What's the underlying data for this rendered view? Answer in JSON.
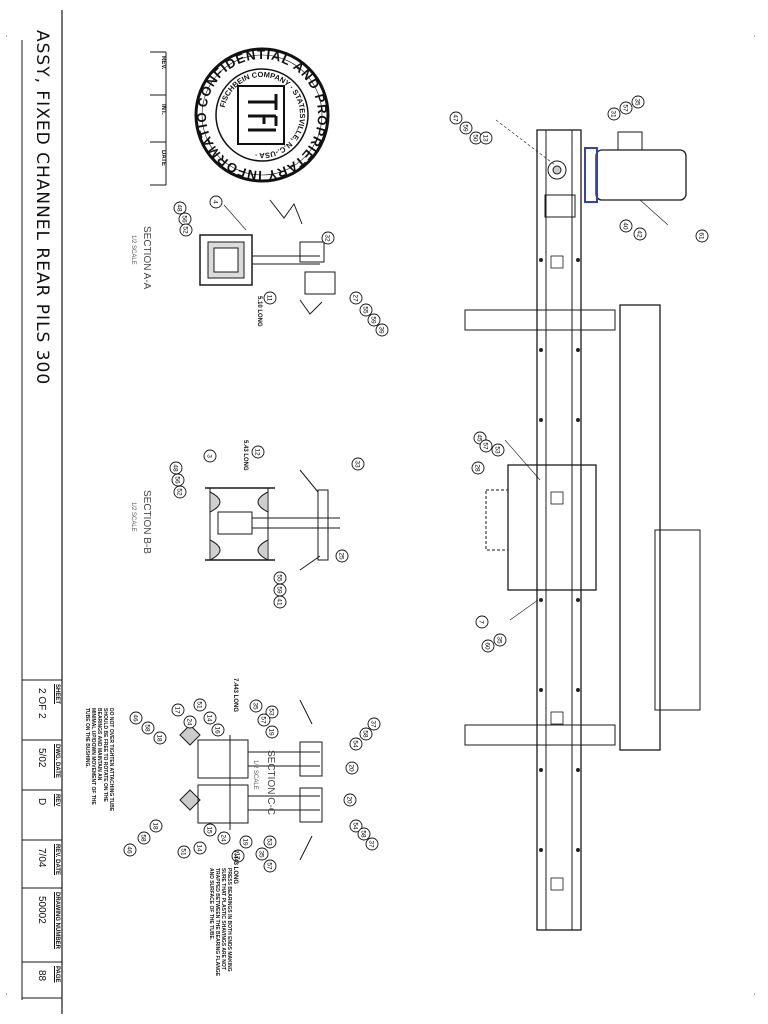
{
  "title": "ASSY, FIXED CHANNEL REAR PILS 300",
  "seal": {
    "outer_text": "CONFIDENTIAL AND PROPRIETARY INFORMATION",
    "inner_text": "FISCHBEIN COMPANY STATESVILLE, N.C.-USA"
  },
  "rev_block": {
    "rev": "REV.",
    "int": "INT.",
    "date": "DATE"
  },
  "sections": {
    "a": {
      "label": "SECTION A-A",
      "scale": "1/2 SCALE",
      "dim": "5.10 LONG"
    },
    "b": {
      "label": "SECTION B-B",
      "scale": "1/2 SCALE",
      "dim": "5.43 LONG"
    },
    "c": {
      "label": "SECTION C-C",
      "scale": "1/2 SCALE",
      "dim1": "7.443 LONG",
      "dim2": "7.443 LONG"
    }
  },
  "notes": {
    "tube": "DO NOT OVER TIGHTEN ATTACHING TUBE\nSHOULD BE FREE TO ROTATE ON THE\nBEARINGS AND MAINTAIN AN\nMINIMAL UP/DOWN MOVEMENT OF THE\nTUBE ON THE BUSHING.",
    "bearings": "PRESS BEARINGS IN BOTH ENDS MAKING\nSURE THAT PLASTIC SHAVINGS ARE NOT\nTRAPPED BETWEEN THE BEARING FLANGE\nAND SURFACE OF THE TUBE."
  },
  "balloons": {
    "sec_a": [
      "48",
      "56",
      "52",
      "4",
      "32",
      "11",
      "27",
      "55",
      "59",
      "39"
    ],
    "sec_b": [
      "48",
      "56",
      "52",
      "3",
      "12",
      "33",
      "25",
      "55",
      "59",
      "41"
    ],
    "sec_c": [
      "46",
      "58",
      "18",
      "17",
      "24",
      "51",
      "14",
      "16",
      "53",
      "35",
      "57",
      "19",
      "37",
      "58",
      "54",
      "20",
      "20",
      "54",
      "58",
      "37",
      "53",
      "35",
      "57",
      "19",
      "17",
      "24",
      "15",
      "14",
      "51",
      "18",
      "58",
      "46"
    ],
    "main": [
      "47",
      "59",
      "50",
      "13",
      "35",
      "57",
      "31",
      "40",
      "42",
      "61",
      "45",
      "57",
      "53",
      "28",
      "7",
      "35",
      "60"
    ]
  },
  "title_block": {
    "headers": [
      "SHEET",
      "DWG. DATE",
      "REV",
      "REV. DATE",
      "DRAWING NUMBER",
      "PAGE"
    ],
    "values": [
      "2 OF 2",
      "5/02",
      "D",
      "7/04",
      "50002",
      "88"
    ]
  },
  "colors": {
    "line": "#1a1a1a",
    "accent": "#3344aa",
    "hatch": "#555555"
  }
}
